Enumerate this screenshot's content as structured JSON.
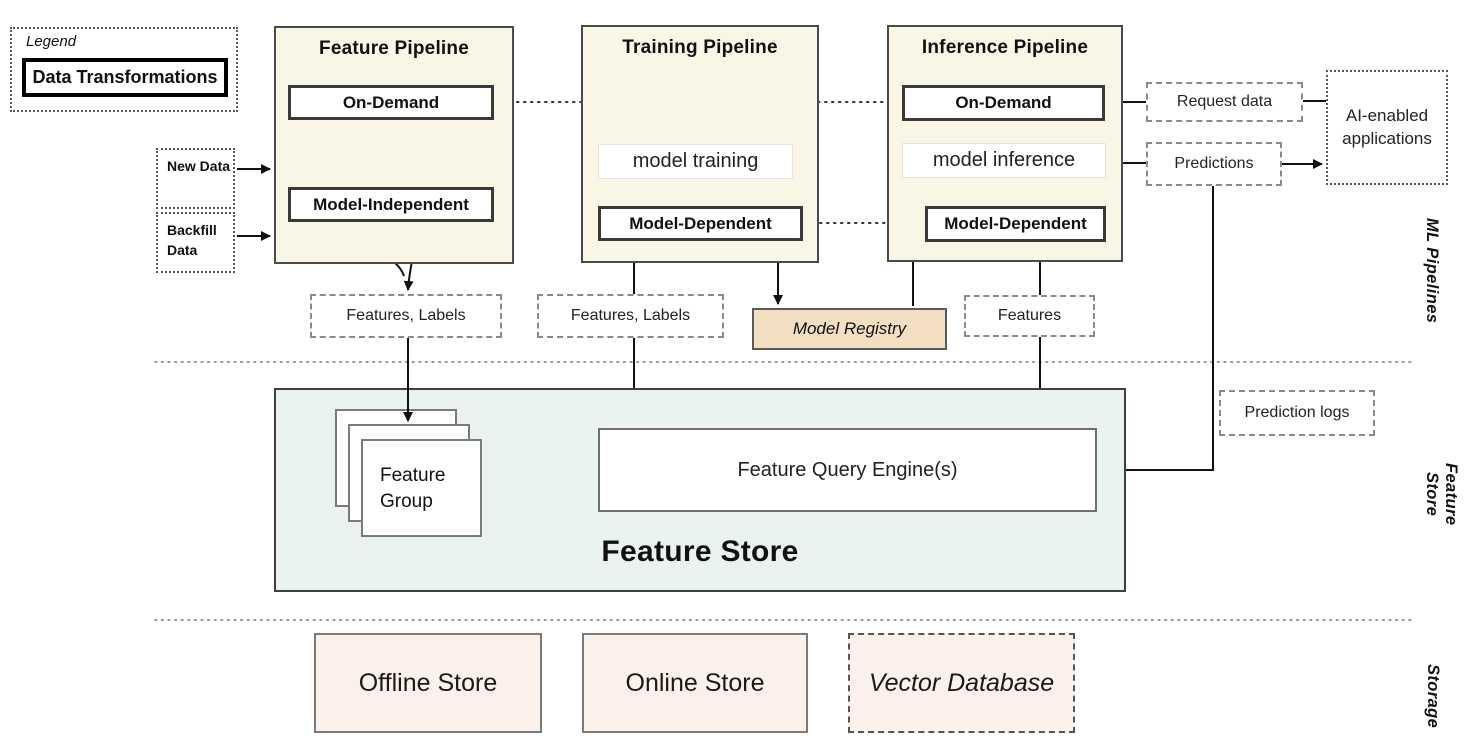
{
  "legend": {
    "title": "Legend",
    "item_label": "Data Transformations"
  },
  "sources": {
    "new_data": "New Data",
    "backfill_data": "Backfill Data"
  },
  "pipelines": {
    "feature": {
      "title": "Feature Pipeline",
      "on_demand": "On-Demand",
      "model_independent": "Model-Independent"
    },
    "training": {
      "title": "Training Pipeline",
      "model_training": "model training",
      "model_dependent": "Model-Dependent"
    },
    "inference": {
      "title": "Inference Pipeline",
      "on_demand": "On-Demand",
      "model_inference": "model inference",
      "model_dependent": "Model-Dependent"
    }
  },
  "io": {
    "request_data": "Request data",
    "predictions": "Predictions",
    "ai_applications": "AI-enabled applications",
    "prediction_logs": "Prediction logs"
  },
  "artifacts": {
    "features_labels_left": "Features, Labels",
    "features_labels_mid": "Features, Labels",
    "model_registry": "Model Registry",
    "features": "Features"
  },
  "feature_store": {
    "title": "Feature Store",
    "feature_group": "Feature Group",
    "query_engine": "Feature Query Engine(s)"
  },
  "storage": {
    "offline": "Offline Store",
    "online": "Online Store",
    "vector": "Vector Database"
  },
  "sections": {
    "ml_pipelines": "ML Pipelines",
    "feature_store": "Feature Store",
    "storage": "Storage"
  },
  "colors": {
    "pipeline_bg": "#FAF6E6",
    "model_registry_bg": "#F2DFC2",
    "feature_store_bg": "#E9F2F1",
    "storage_box_bg": "#FCF1EA",
    "line": "#111111",
    "divider": "#8a8a8a"
  }
}
